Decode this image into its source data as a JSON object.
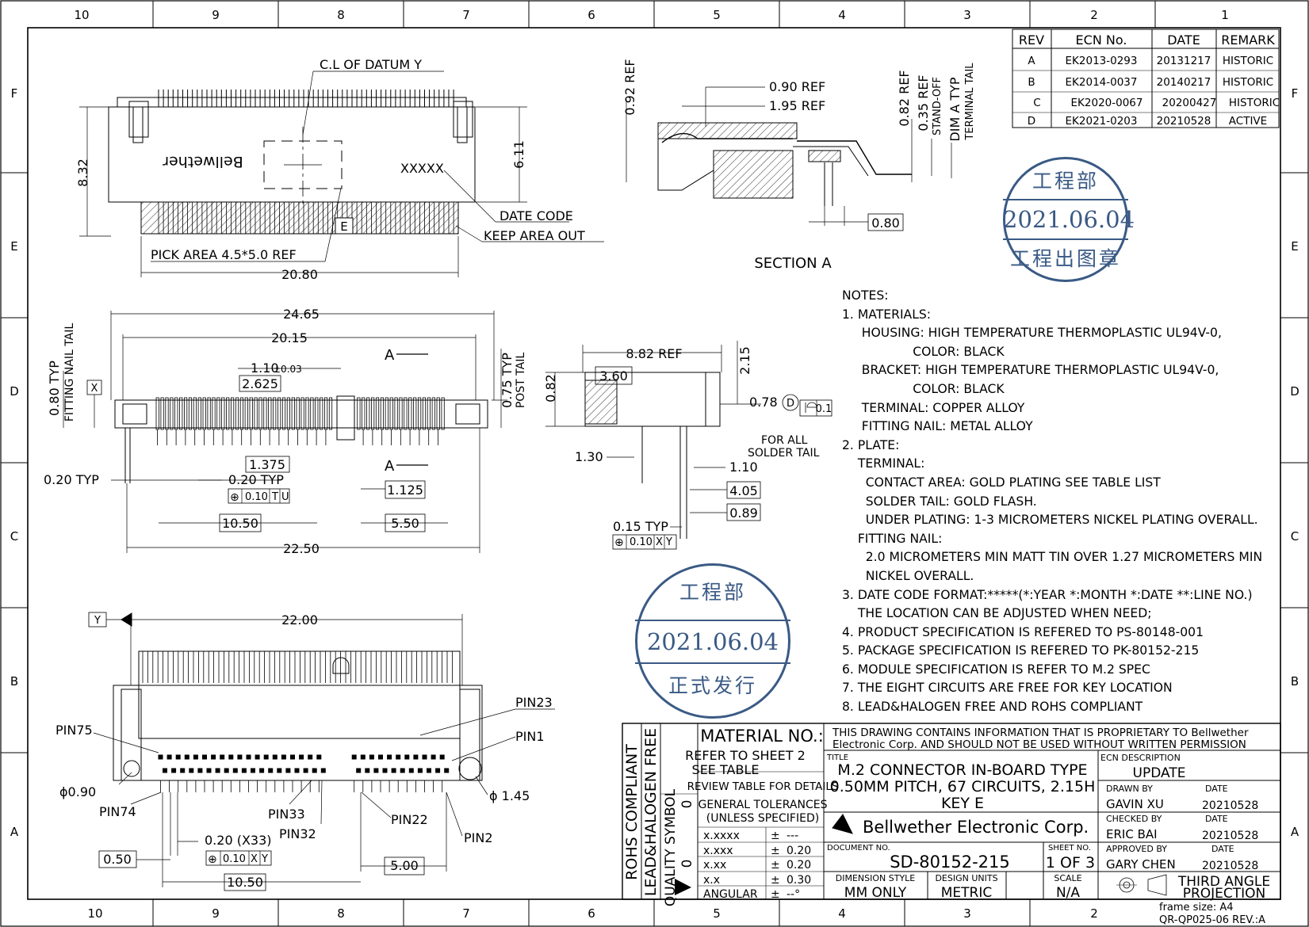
{
  "border": {
    "columns": [
      "10",
      "9",
      "8",
      "7",
      "6",
      "5",
      "4",
      "3",
      "2",
      "1"
    ],
    "rows": [
      "F",
      "E",
      "D",
      "C",
      "B",
      "A"
    ]
  },
  "revision_table": {
    "headers": [
      "REV",
      "ECN No.",
      "DATE",
      "REMARK"
    ],
    "rows": [
      [
        "A",
        "EK2013-0293",
        "20131217",
        "HISTORIC"
      ],
      [
        "B",
        "EK2014-0037",
        "20140217",
        "HISTORIC"
      ],
      [
        "C",
        "EK2020-0067",
        "20200427",
        "HISTORIC"
      ],
      [
        "D",
        "EK2021-0203",
        "20210528",
        "ACTIVE"
      ]
    ]
  },
  "top_view": {
    "datum_label": "C.L OF DATUM Y",
    "logo_text": "Bellwether",
    "dim_height": "8.32",
    "dim_611": "6.11",
    "xxxxx": "XXXXX",
    "date_code": "DATE CODE",
    "keep_area": "KEEP AREA OUT",
    "pick_area": "PICK AREA 4.5*5.0 REF",
    "dim_width": "20.80",
    "key_mark": "E"
  },
  "section_a": {
    "title": "SECTION A",
    "dim_092": "0.92 REF",
    "dim_090": "0.90 REF",
    "dim_195": "1.95 REF",
    "dim_082": "0.82 REF",
    "dim_035": "0.35 REF",
    "standoff": "STAND-OFF",
    "dim_a": "DIM A TYP",
    "terminal_tail": "TERMINAL TAIL",
    "dim_080": "0.80"
  },
  "front_view": {
    "dim_2465": "24.65",
    "dim_2015": "20.15",
    "section_a": "A",
    "dim_110": "1.10",
    "dim_110_tol": "±0.03",
    "dim_2625": "2.625",
    "fitting_nail": "0.80 TYP",
    "fitting_nail_2": "FITTING NAIL TAIL",
    "datum_x": "X",
    "post_tail_1": "0.75 TYP",
    "post_tail_2": "POST TAIL",
    "dim_1375": "1.375",
    "dim_020typ": "0.20 TYP",
    "dim_020typ_b": "0.20 TYP",
    "gdt_sym": "⊕",
    "gdt_val": "0.10",
    "gdt_t": "T",
    "gdt_u": "U",
    "dim_1125": "1.125",
    "dim_1050": "10.50",
    "dim_550": "5.50",
    "dim_2250": "22.50"
  },
  "side_view": {
    "dim_882": "8.82 REF",
    "dim_215": "2.15",
    "dim_360": "3.60",
    "dim_082": "0.82",
    "dim_078": "0.78",
    "datum_d": "D",
    "flat_val": "0.1",
    "for_all": "FOR ALL",
    "solder_tail": "SOLDER TAIL",
    "dim_130": "1.30",
    "dim_110": "1.10",
    "dim_405": "4.05",
    "dim_089": "0.89",
    "dim_015": "0.15 TYP",
    "gdt_val": "0.10",
    "gdt_x": "X",
    "gdt_y": "Y"
  },
  "bottom_view": {
    "datum_y": "Y",
    "dim_2200": "22.00",
    "pin23": "PIN23",
    "pin75": "PIN75",
    "pin1": "PIN1",
    "dia_090": "ϕ0.90",
    "dia_145": "ϕ 1.45",
    "pin74": "PIN74",
    "pin33": "PIN33",
    "pin22": "PIN22",
    "pin32": "PIN32",
    "pin2": "PIN2",
    "dim_020x33": "0.20 (X33)",
    "dim_050": "0.50",
    "gdt_val": "0.10",
    "gdt_x": "X",
    "gdt_y": "Y",
    "dim_500": "5.00",
    "dim_1050": "10.50"
  },
  "notes": [
    "NOTES:",
    "1. MATERIALS:",
    "     HOUSING: HIGH TEMPERATURE THERMOPLASTIC UL94V-0,",
    "                  COLOR: BLACK",
    "     BRACKET: HIGH TEMPERATURE THERMOPLASTIC UL94V-0,",
    "                  COLOR: BLACK",
    "     TERMINAL: COPPER ALLOY",
    "     FITTING NAIL: METAL ALLOY",
    "2. PLATE:",
    "    TERMINAL:",
    "      CONTACT AREA: GOLD PLATING SEE TABLE LIST",
    "      SOLDER TAIL: GOLD FLASH.",
    "      UNDER PLATING: 1-3 MICROMETERS NICKEL PLATING OVERALL.",
    "    FITTING NAIL:",
    "      2.0 MICROMETERS MIN MATT TIN OVER 1.27 MICROMETERS MIN",
    "      NICKEL OVERALL.",
    "3. DATE CODE FORMAT:*****(*:YEAR *:MONTH *:DATE **:LINE NO.)",
    "    THE LOCATION CAN BE ADJUSTED WHEN NEED;",
    "4. PRODUCT SPECIFICATION IS REFERED TO PS-80148-001",
    "5. PACKAGE SPECIFICATION IS REFERED TO PK-80152-215",
    "6. MODULE SPECIFICATION IS REFER TO M.2 SPEC",
    "7. THE EIGHT CIRCUITS ARE FREE FOR KEY LOCATION",
    "8. LEAD&HALOGEN FREE AND ROHS COMPLIANT"
  ],
  "stamps": {
    "top": {
      "dept": "工程部",
      "date": "2021.06.04",
      "label": "工程出图章"
    },
    "mid": {
      "dept": "工程部",
      "date": "2021.06.04",
      "label": "正式发行"
    },
    "color": "#3a5a85"
  },
  "title_block": {
    "rohs": "ROHS COMPLIANT",
    "lead_free": "LEAD&HALOGEN FREE",
    "quality_symbol": "QUALITY SYMBOL",
    "quality_zero": "0",
    "quality_zero_b": "0",
    "material_no": "MATERIAL NO.:",
    "refer_sheet": "REFER TO SHEET 2",
    "see_table": "SEE TABLE",
    "review_table": "REVIEW TABLE FOR DETAILS",
    "gen_tol_1": "GENERAL TOLERANCES",
    "gen_tol_2": "(UNLESS SPECIFIED)",
    "tolerances": [
      [
        "x.xxxx",
        "±",
        "---"
      ],
      [
        "x.xxx",
        "±",
        "0.20"
      ],
      [
        "x.xx",
        "±",
        "0.20"
      ],
      [
        "x.x",
        "±",
        "0.30"
      ],
      [
        "ANGULAR",
        "±",
        "--°"
      ]
    ],
    "proprietary_1": "THIS DRAWING CONTAINS INFORMATION THAT IS PROPRIETARY TO Bellwether",
    "proprietary_2": "Electronic Corp. AND SHOULD NOT BE USED WITHOUT WRITTEN PERMISSION",
    "title_label": "TITLE",
    "title_1": "M.2 CONNECTOR IN-BOARD TYPE",
    "title_2": "0.50MM PITCH, 67 CIRCUITS, 2.15H",
    "title_3": "KEY E",
    "company": "Bellwether Electronic Corp.",
    "document_no_label": "DOCUMENT NO.",
    "document_no": "SD-80152-215",
    "sheet_no_label": "SHEET NO.",
    "sheet_no": "1 OF 3",
    "dim_style_label": "DIMENSION STYLE",
    "dim_style": "MM ONLY",
    "design_units_label": "DESIGN UNITS",
    "design_units": "METRIC",
    "scale_label": "SCALE",
    "scale": "N/A",
    "ecn_desc_label": "ECN DESCRIPTION",
    "ecn_desc": "UPDATE",
    "drawn_by_label": "DRAWN BY",
    "drawn_by": "GAVIN XU",
    "checked_by_label": "CHECKED BY",
    "checked_by": "ERIC BAI",
    "approved_by_label": "APPROVED BY",
    "approved_by": "GARY CHEN",
    "date_label": "DATE",
    "drawn_date": "20210528",
    "checked_date": "20210528",
    "approved_date": "20210528",
    "third_angle_1": "THIRD ANGLE",
    "third_angle_2": "PROJECTION"
  },
  "frame": {
    "frame_size": "frame size: A4",
    "form_no": "QR-QP025-06 REV.:A"
  }
}
